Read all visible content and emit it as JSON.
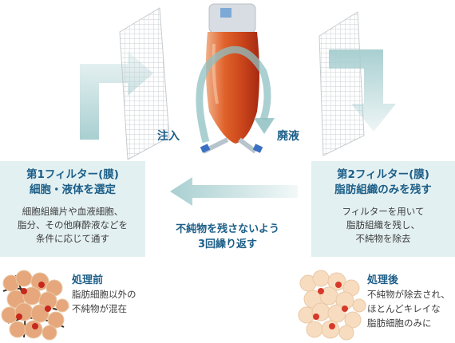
{
  "colors": {
    "accent_text": "#1c5e88",
    "arrow_fill": "#a9cfd1",
    "panel_bg": "#e3f0f1",
    "body_text": "#3d3d3d"
  },
  "flow_labels": {
    "inject": "注入",
    "waste": "廃液"
  },
  "filter1": {
    "title_line1": "第1フィルター(膜)",
    "title_line2": "細胞・液体を選定",
    "body": [
      "細胞組織片や血液細胞、",
      "脂分、その他麻酔液などを",
      "条件に応じて通す"
    ]
  },
  "filter2": {
    "title_line1": "第2フィルター(膜)",
    "title_line2": "脂肪組織のみを残す",
    "body": [
      "フィルターを用いて",
      "脂肪組織を残し、",
      "不純物を除去"
    ]
  },
  "cycle_text": {
    "line1": "不純物を残さないよう",
    "line2": "3回繰り返す"
  },
  "before": {
    "title": "処理前",
    "body": [
      "脂肪細胞以外の",
      "不純物が混在"
    ]
  },
  "after": {
    "title": "処理後",
    "body": [
      "不純物が除去され、",
      "ほとんどキレイな",
      "脂肪細胞のみに"
    ]
  },
  "icons": [
    "filter-mesh-icon",
    "filter-bag-icon",
    "fat-cell-cluster-icon",
    "arrow-icon"
  ]
}
